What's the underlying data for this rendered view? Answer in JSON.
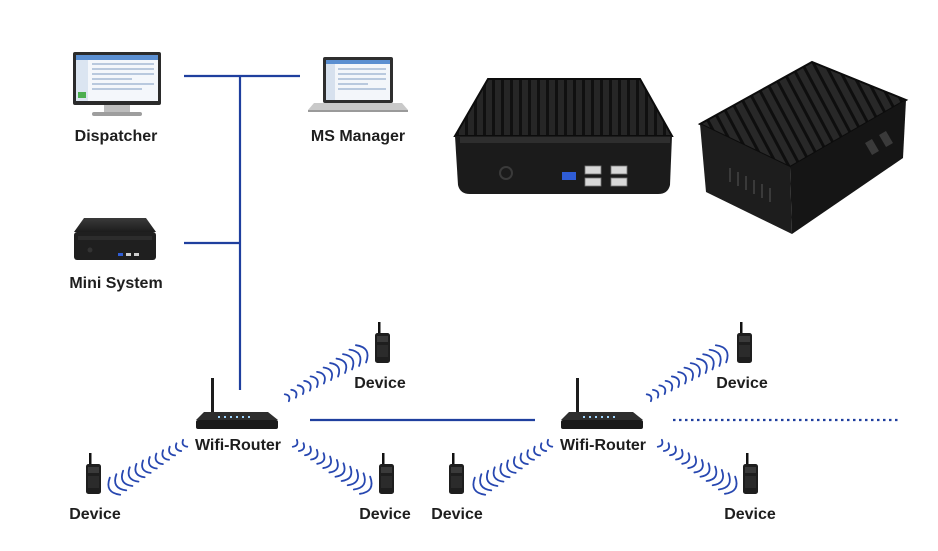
{
  "labels": {
    "dispatcher": "Dispatcher",
    "ms_manager": "MS Manager",
    "mini_system": "Mini System",
    "router_1": "Wifi-Router",
    "router_2": "Wifi-Router",
    "device_1": "Device",
    "device_2": "Device",
    "device_3": "Device",
    "device_4": "Device",
    "device_5": "Device",
    "device_6": "Device"
  },
  "colors": {
    "link": "#1f3f9e",
    "signal": "#2747b0",
    "hardware": "#2b2b2b",
    "label": "#1e1e1e"
  }
}
